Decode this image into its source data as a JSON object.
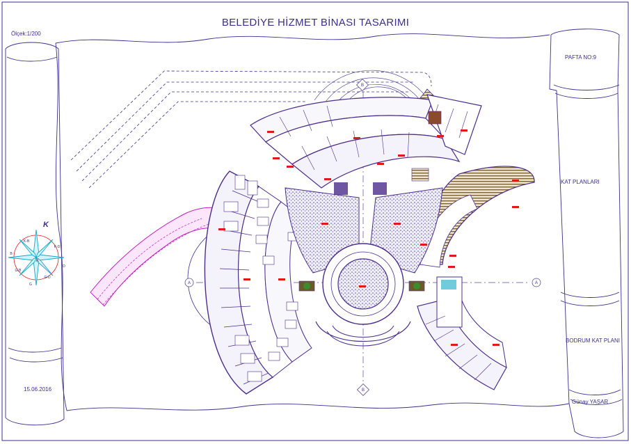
{
  "drawing": {
    "title": "BELEDİYE HİZMET BİNASI TASARIMI",
    "scale_label": "Ölçek:1/200",
    "date": "15.06.2016",
    "sheet_no": "PAFTA NO:9",
    "section_floor_plans": "KAT PLANLARI",
    "section_basement": "BODRUM KAT PLANI",
    "author": "Günay YAŞAR",
    "section_markers": {
      "left": "A",
      "right": "A",
      "top": "B",
      "bottom": "B"
    },
    "compass": {
      "north": "K",
      "center": "K",
      "points": [
        "K-B",
        "K-D",
        "G-B",
        "G-D",
        "B",
        "D",
        "G"
      ]
    }
  },
  "colors": {
    "frame": "#3b2e8f",
    "walls": "#4a2c8c",
    "ramp": "#c21cc2",
    "labels_red": "#e01a1a",
    "seating": "#7a6236",
    "water": "#14a6c8",
    "axis": "#5a4f9a",
    "hatch_fill": "#d8d5e6"
  }
}
